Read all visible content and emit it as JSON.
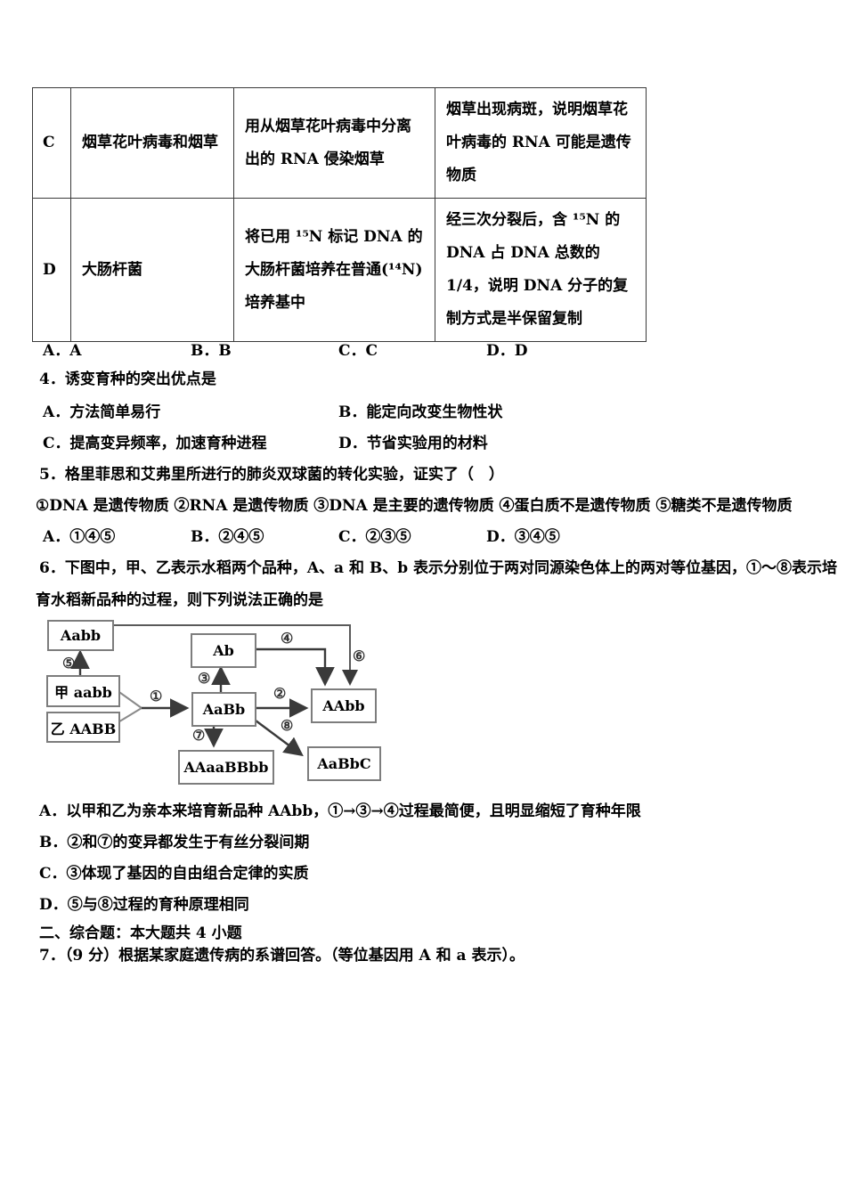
{
  "page": {
    "background": "#ffffff",
    "text_color": "#000000",
    "border_color": "#3a3a3a"
  },
  "table": {
    "rows": [
      {
        "option": "C",
        "material": "烟草花叶病毒和烟草",
        "method": "用从烟草花叶病毒中分离出的 RNA 侵染烟草",
        "conclusion": "烟草出现病斑，说明烟草花叶病毒的 RNA 可能是遗传物质"
      },
      {
        "option": "D",
        "material": "大肠杆菌",
        "method": "将已用 ¹⁵N 标记 DNA 的大肠杆菌培养在普通(¹⁴N)培养基中",
        "conclusion": "经三次分裂后，含 ¹⁵N 的 DNA 占 DNA 总数的 1/4，说明 DNA 分子的复制方式是半保留复制"
      }
    ]
  },
  "answer_row": {
    "a": "A．A",
    "b": "B．B",
    "c": "C．C",
    "d": "D．D"
  },
  "q4": {
    "stem": "4．诱变育种的突出优点是",
    "opt_a": "A．方法简单易行",
    "opt_b": "B．能定向改变生物性状",
    "opt_c": "C．提高变异频率，加速育种进程",
    "opt_d": "D．节省实验用的材料"
  },
  "q5": {
    "stem": "5．格里菲思和艾弗里所进行的肺炎双球菌的转化实验，证实了（　）",
    "statements": "①DNA 是遗传物质 ②RNA 是遗传物质 ③DNA 是主要的遗传物质 ④蛋白质不是遗传物质  ⑤糖类不是遗传物质",
    "opt_a": "A．①④⑤",
    "opt_b": "B．②④⑤",
    "opt_c": "C．②③⑤",
    "opt_d": "D．③④⑤"
  },
  "q6": {
    "stem_line1": "6．下图中，甲、乙表示水稻两个品种，A、a 和 B、b 表示分别位于两对同源染色体上的两对等位基因，①～⑧表示培",
    "stem_line2": "育水稻新品种的过程，则下列说法正确的是",
    "opt_a": "A．以甲和乙为亲本来培育新品种 AAbb，①→③→④过程最简便，且明显缩短了育种年限",
    "opt_b": "B．②和⑦的变异都发生于有丝分裂间期",
    "opt_c": "C．③体现了基因的自由组合定律的实质",
    "opt_d": "D．⑤与⑧过程的育种原理相同",
    "diagram": {
      "boxes": {
        "aabb_top": "Aabb",
        "jia": "甲 aabb",
        "yi": "乙 AABB",
        "ab": "Ab",
        "f1": "AaBb",
        "target": "AAbb",
        "tetraploid": "AAaaBBbb",
        "aabbc": "AaBbC"
      },
      "steps": {
        "s1": "①",
        "s2": "②",
        "s3": "③",
        "s4": "④",
        "s5": "⑤",
        "s6": "⑥",
        "s7": "⑦",
        "s8": "⑧"
      }
    }
  },
  "section2_heading": "二、综合题：本大题共 4 小题",
  "q7_stem": "7．（9 分）根据某家庭遗传病的系谱回答。（等位基因用 A 和 a 表示）。"
}
